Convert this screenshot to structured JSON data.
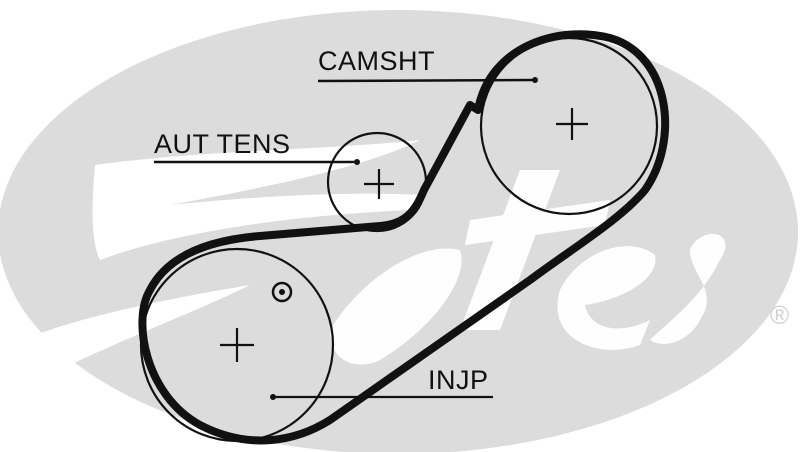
{
  "diagram": {
    "title": "Timing belt routing",
    "watermark": {
      "brand": "Gates",
      "registered_mark": "®",
      "color": "#dcdcdc"
    },
    "belt_color": "#111111",
    "components": [
      {
        "id": "camshaft",
        "label": "CAMSHT"
      },
      {
        "id": "auto-tensioner",
        "label": "AUT TENS"
      },
      {
        "id": "injection-pump",
        "label": "INJP"
      }
    ],
    "markers": [
      {
        "id": "timing-mark",
        "symbol": "target"
      }
    ]
  }
}
